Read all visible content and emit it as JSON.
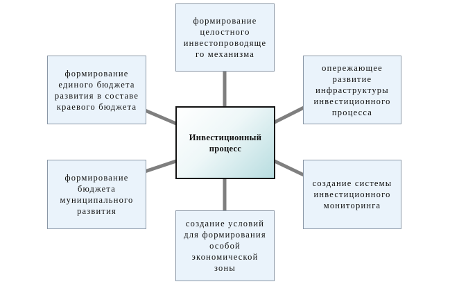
{
  "center": "Инвестиционный процесс",
  "nodes": {
    "top": "формирование целостного инвестопроводяще го механизма",
    "top_left": "формирование единого бюджета развития в составе краевого бюджета",
    "top_right": "опережающее развитие инфраструктуры инвестиционного процесса",
    "bottom_left": "формирование бюджета муниципального развития",
    "bottom_right": "создание системы инвестиционного мониторинга",
    "bottom": "создание условий для формирования особой экономической зоны"
  },
  "colors": {
    "connector": "#7f7f7f",
    "box_fill": "#eaf3fb",
    "box_border": "#8a97a6"
  }
}
